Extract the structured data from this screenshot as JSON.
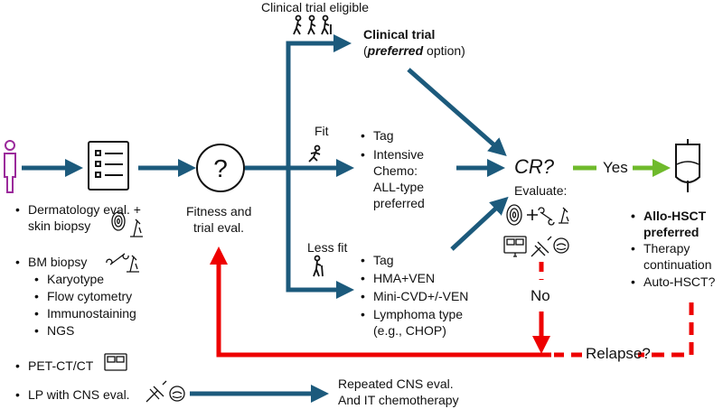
{
  "diagram": {
    "top_label": "Clinical trial eligible",
    "clinical_trial": {
      "title": "Clinical trial",
      "pref_open": "(",
      "pref_word": "preferred",
      "pref_rest": " option)"
    },
    "fit_label": "Fit",
    "fit_items": [
      "Tag",
      "Intensive",
      "Chemo:",
      "ALL-type",
      "preferred"
    ],
    "less_fit_label": "Less fit",
    "less_fit_items": [
      "Tag",
      "HMA+VEN",
      "Mini-CVD+/-VEN",
      "Lymphoma type",
      "(e.g., CHOP)"
    ],
    "cr_label": "CR?",
    "evaluate_label": "Evaluate:",
    "yes_label": "Yes",
    "no_label": "No",
    "relapse_label": "Relapse?",
    "outcome_items": [
      "Allo-HSCT",
      "preferred",
      "Therapy",
      "continuation",
      "Auto-HSCT?"
    ],
    "fitness_label": [
      "Fitness and",
      "trial eval."
    ],
    "workup_items": {
      "derm": [
        "Dermatology eval. +",
        "skin biopsy"
      ],
      "bm": "BM biopsy",
      "bm_sub": [
        "Karyotype",
        "Flow cytometry",
        "Immunostaining",
        "NGS"
      ],
      "pet": "PET-CT/CT",
      "lp": "LP with CNS eval."
    },
    "cns_label": [
      "Repeated CNS eval.",
      "And IT chemotherapy"
    ],
    "colors": {
      "flow": "#1c5a7c",
      "relapse": "#ee0000",
      "yes": "#6fba2c",
      "patient": "#9b2a9b"
    }
  }
}
